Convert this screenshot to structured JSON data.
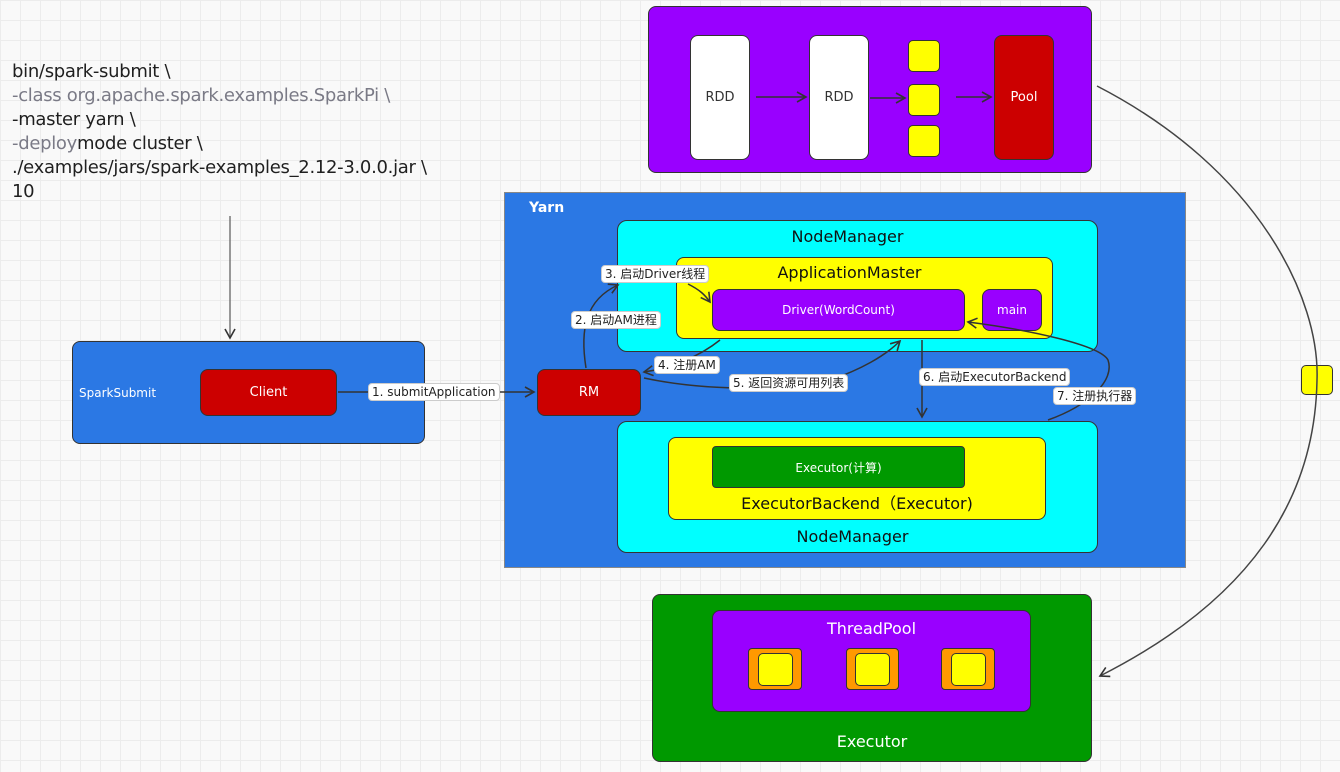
{
  "command": {
    "lines": [
      {
        "parts": [
          {
            "text": "bin/spark-submit \\",
            "dim": false
          }
        ]
      },
      {
        "parts": [
          {
            "text": "-class org.apache.spark.examples.SparkPi \\",
            "dim": true
          }
        ]
      },
      {
        "parts": [
          {
            "text": "-master yarn \\",
            "dim": false
          }
        ]
      },
      {
        "parts": [
          {
            "text": "-deploy",
            "dim": true
          },
          {
            "text": "mode cluster \\",
            "dim": false
          }
        ]
      },
      {
        "parts": [
          {
            "text": "./examples/jars/spark-examples_2.12-3.0.0.jar \\",
            "dim": false
          }
        ]
      },
      {
        "parts": [
          {
            "text": "10",
            "dim": false
          }
        ]
      }
    ]
  },
  "rdd_panel": {
    "rdd1": "RDD",
    "rdd2": "RDD",
    "pool": "Pool"
  },
  "spark_submit": {
    "title": "SparkSubmit",
    "client": "Client"
  },
  "yarn": {
    "title": "Yarn",
    "rm": "RM",
    "node_manager_top": "NodeManager",
    "application_master": "ApplicationMaster",
    "driver": "Driver(WordCount)",
    "main": "main",
    "executor_compute": "Executor(计算)",
    "executor_backend": "ExecutorBackend（Executor)",
    "node_manager_bottom": "NodeManager"
  },
  "edges": {
    "e1": "1. submitApplication",
    "e2": "2. 启动AM进程",
    "e3": "3. 启动Driver线程",
    "e4": "4. 注册AM",
    "e5": "5. 返回资源可用列表",
    "e6": "6. 启动ExecutorBackend",
    "e7": "7. 注册执行器"
  },
  "executor_panel": {
    "thread_pool": "ThreadPool",
    "title": "Executor"
  },
  "colors": {
    "purple": "#9900ff",
    "blue": "#2b78e4",
    "cyan": "#00ffff",
    "yellow": "#ffff00",
    "red": "#cc0000",
    "green": "#009900",
    "orange": "#ff9900"
  }
}
